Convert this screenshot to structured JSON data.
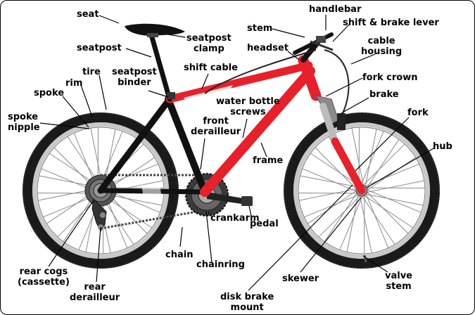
{
  "labels": {
    "seat": "seat",
    "seatpost_clamp": "seatpost\nclamp",
    "seatpost": "seatpost",
    "tire": "tire",
    "rim": "rim",
    "spoke": "spoke",
    "seatpost_binder": "seatpost\nbinder",
    "shift_cable": "shift cable",
    "spoke_nipple": "spoke\nnipple",
    "handlebar": "handlebar",
    "stem": "stem",
    "shift_brake_lever": "shift & brake lever",
    "headset": "headset",
    "cable_housing": "cable\nhousing",
    "fork_crown": "fork crown",
    "brake": "brake",
    "water_bottle_screws": "water bottle\nscrews",
    "front_derailleur": "front\nderailleur",
    "fork": "fork",
    "hub": "hub",
    "frame": "frame",
    "pedal": "pedal",
    "crankarm": "crankarm",
    "chain": "chain",
    "chainring": "chainring",
    "rear_cogs": "rear cogs\n(cassette)",
    "rear_derailleur": "rear\nderailleur",
    "skewer": "skewer",
    "valve_stem": "valve\nstem",
    "disk_brake_mount": "disk brake\nmount"
  },
  "colors": {
    "frame_red": "#e8202a",
    "frame_black": "#111111",
    "tire": "#1a1a1a",
    "rim": "#c8c8c8",
    "metal": "#9a9a9a"
  }
}
